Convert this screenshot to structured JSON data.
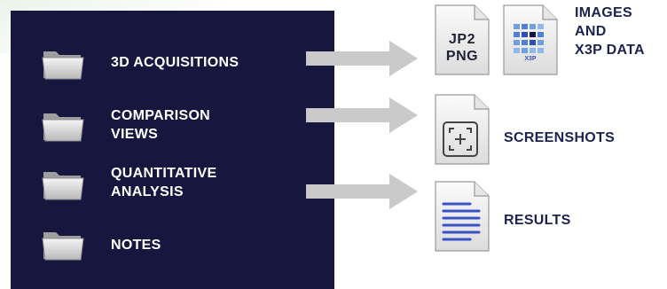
{
  "colors": {
    "panel": "#17163f",
    "arrow": "#c9c9c9",
    "label_dark": "#1d2350",
    "accent_blue": "#3b52c6"
  },
  "folders": [
    {
      "label": "3D ACQUISITIONS",
      "icon": "folder-icon"
    },
    {
      "label": "COMPARISON\nVIEWS",
      "icon": "folder-icon"
    },
    {
      "label": "QUANTITATIVE\nANALYSIS",
      "icon": "folder-icon"
    },
    {
      "label": "NOTES",
      "icon": "folder-icon"
    }
  ],
  "outputs": {
    "images": {
      "file_types": "JP2\nPNG",
      "x3p_icon_text": "X3P",
      "label": "IMAGES\nAND\nX3P DATA"
    },
    "screenshots": {
      "label": "SCREENSHOTS",
      "icon": "screenshot-icon"
    },
    "results": {
      "label": "RESULTS",
      "icon": "document-lines-icon"
    }
  }
}
